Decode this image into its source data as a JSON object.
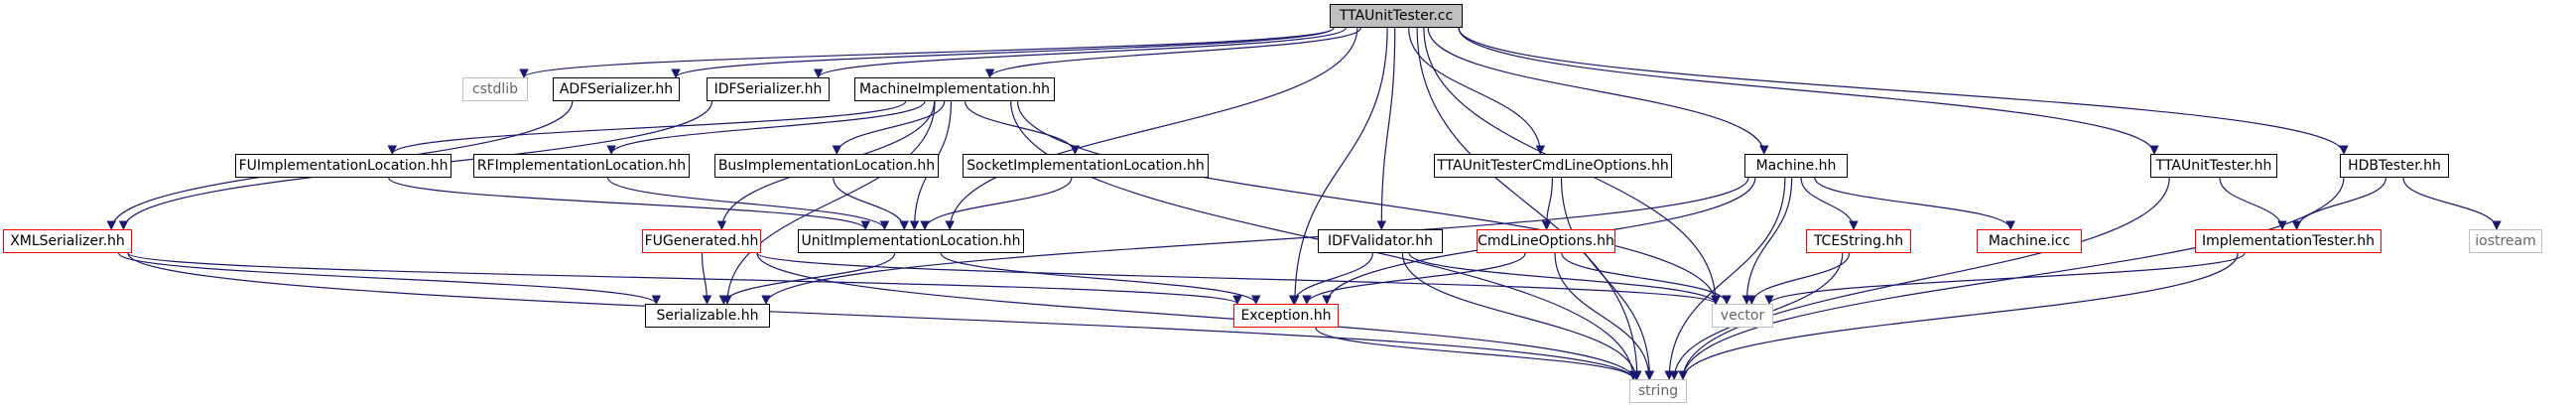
{
  "nodes": [
    {
      "id": "tta_cc",
      "label": "TTAUnitTester.cc",
      "style": "focus"
    },
    {
      "id": "cstdlib",
      "label": "cstdlib",
      "style": "gray"
    },
    {
      "id": "adfs",
      "label": "ADFSerializer.hh",
      "style": "black"
    },
    {
      "id": "idfs",
      "label": "IDFSerializer.hh",
      "style": "black"
    },
    {
      "id": "machimpl",
      "label": "MachineImplementation.hh",
      "style": "black"
    },
    {
      "id": "xmlser",
      "label": "XMLSerializer.hh",
      "style": "red"
    },
    {
      "id": "fuimplloc",
      "label": "FUImplementationLocation.hh",
      "style": "black"
    },
    {
      "id": "rfimplloc",
      "label": "RFImplementationLocation.hh",
      "style": "black"
    },
    {
      "id": "busimplloc",
      "label": "BusImplementationLocation.hh",
      "style": "black"
    },
    {
      "id": "sockimplloc",
      "label": "SocketImplementationLocation.hh",
      "style": "black"
    },
    {
      "id": "fugen",
      "label": "FUGenerated.hh",
      "style": "red"
    },
    {
      "id": "unitimplloc",
      "label": "UnitImplementationLocation.hh",
      "style": "black"
    },
    {
      "id": "serializable",
      "label": "Serializable.hh",
      "style": "black"
    },
    {
      "id": "exception",
      "label": "Exception.hh",
      "style": "red"
    },
    {
      "id": "idfval",
      "label": "IDFValidator.hh",
      "style": "black"
    },
    {
      "id": "ttacmd",
      "label": "TTAUnitTesterCmdLineOptions.hh",
      "style": "black"
    },
    {
      "id": "cmdopt",
      "label": "CmdLineOptions.hh",
      "style": "red"
    },
    {
      "id": "machine",
      "label": "Machine.hh",
      "style": "black"
    },
    {
      "id": "tcestr",
      "label": "TCEString.hh",
      "style": "red"
    },
    {
      "id": "machicc",
      "label": "Machine.icc",
      "style": "red"
    },
    {
      "id": "vector",
      "label": "vector",
      "style": "gray"
    },
    {
      "id": "string",
      "label": "string",
      "style": "gray"
    },
    {
      "id": "tta_hh",
      "label": "TTAUnitTester.hh",
      "style": "black"
    },
    {
      "id": "hdbtester",
      "label": "HDBTester.hh",
      "style": "black"
    },
    {
      "id": "impltester",
      "label": "ImplementationTester.hh",
      "style": "red"
    },
    {
      "id": "iostream",
      "label": "iostream",
      "style": "gray"
    }
  ],
  "edges": [
    [
      "tta_cc",
      "cstdlib"
    ],
    [
      "tta_cc",
      "adfs"
    ],
    [
      "tta_cc",
      "idfs"
    ],
    [
      "tta_cc",
      "machimpl"
    ],
    [
      "tta_cc",
      "unitimplloc"
    ],
    [
      "tta_cc",
      "exception"
    ],
    [
      "tta_cc",
      "idfval"
    ],
    [
      "tta_cc",
      "ttacmd"
    ],
    [
      "tta_cc",
      "machine"
    ],
    [
      "tta_cc",
      "vector"
    ],
    [
      "tta_cc",
      "string"
    ],
    [
      "tta_cc",
      "tta_hh"
    ],
    [
      "tta_cc",
      "hdbtester"
    ],
    [
      "adfs",
      "xmlser"
    ],
    [
      "idfs",
      "xmlser"
    ],
    [
      "machimpl",
      "fuimplloc"
    ],
    [
      "machimpl",
      "rfimplloc"
    ],
    [
      "machimpl",
      "busimplloc"
    ],
    [
      "machimpl",
      "sockimplloc"
    ],
    [
      "machimpl",
      "fugen"
    ],
    [
      "machimpl",
      "unitimplloc"
    ],
    [
      "machimpl",
      "serializable"
    ],
    [
      "machimpl",
      "vector"
    ],
    [
      "machimpl",
      "string"
    ],
    [
      "fuimplloc",
      "unitimplloc"
    ],
    [
      "rfimplloc",
      "unitimplloc"
    ],
    [
      "busimplloc",
      "unitimplloc"
    ],
    [
      "sockimplloc",
      "unitimplloc"
    ],
    [
      "unitimplloc",
      "serializable"
    ],
    [
      "unitimplloc",
      "exception"
    ],
    [
      "fugen",
      "serializable"
    ],
    [
      "fugen",
      "vector"
    ],
    [
      "fugen",
      "string"
    ],
    [
      "xmlser",
      "serializable"
    ],
    [
      "xmlser",
      "exception"
    ],
    [
      "xmlser",
      "string"
    ],
    [
      "exception",
      "string"
    ],
    [
      "idfval",
      "exception"
    ],
    [
      "idfval",
      "vector"
    ],
    [
      "idfval",
      "string"
    ],
    [
      "ttacmd",
      "cmdopt"
    ],
    [
      "ttacmd",
      "string"
    ],
    [
      "cmdopt",
      "exception"
    ],
    [
      "cmdopt",
      "vector"
    ],
    [
      "cmdopt",
      "string"
    ],
    [
      "machine",
      "serializable"
    ],
    [
      "machine",
      "exception"
    ],
    [
      "machine",
      "tcestr"
    ],
    [
      "machine",
      "machicc"
    ],
    [
      "machine",
      "vector"
    ],
    [
      "machine",
      "string"
    ],
    [
      "tcestr",
      "vector"
    ],
    [
      "tcestr",
      "string"
    ],
    [
      "tta_hh",
      "impltester"
    ],
    [
      "tta_hh",
      "string"
    ],
    [
      "hdbtester",
      "impltester"
    ],
    [
      "hdbtester",
      "iostream"
    ],
    [
      "hdbtester",
      "string"
    ],
    [
      "impltester",
      "vector"
    ],
    [
      "impltester",
      "string"
    ]
  ],
  "colors": {
    "edge": "#191970",
    "focus_fill": "#bfbfbf",
    "red_border": "#ff0000",
    "gray_border": "#bfbfbf"
  }
}
